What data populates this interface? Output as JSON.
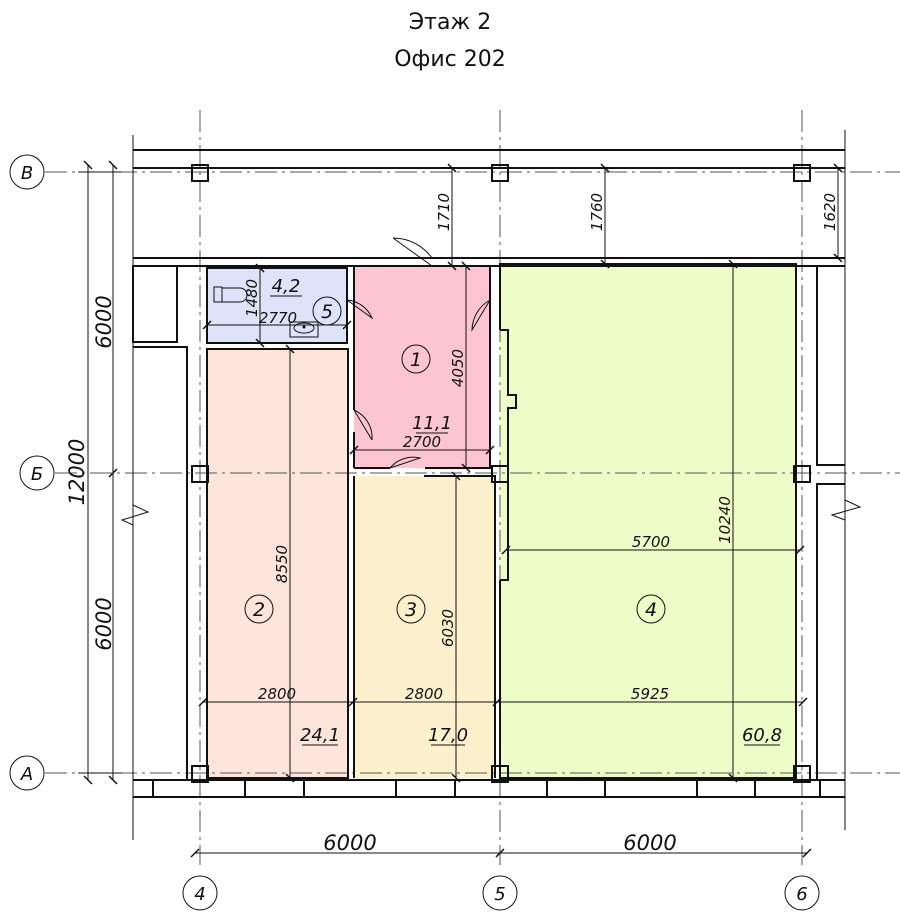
{
  "header": {
    "floor": "Этаж 2",
    "office": "Офис 202"
  },
  "axes": {
    "rows": [
      "В",
      "Б",
      "А"
    ],
    "columns": [
      "4",
      "5",
      "6"
    ]
  },
  "dimensions": {
    "left_total": "12000",
    "left_upper": "6000",
    "left_lower": "6000",
    "bottom_left": "6000",
    "bottom_right": "6000",
    "corridor_1": "1710",
    "corridor_2": "1760",
    "corridor_3": "1620"
  },
  "rooms": [
    {
      "number": "1",
      "area": "11,1",
      "width": "2700",
      "length": "4050",
      "color": "#fdc5d2"
    },
    {
      "number": "2",
      "area": "24,1",
      "width": "2800",
      "length": "8550",
      "color": "#fde5dc"
    },
    {
      "number": "3",
      "area": "17,0",
      "width": "2800",
      "length": "6030",
      "color": "#fdf0cd"
    },
    {
      "number": "4",
      "area": "60,8",
      "width": "5925",
      "width_inner": "5700",
      "length": "10240",
      "color": "#eefdc8"
    },
    {
      "number": "5",
      "area": "4,2",
      "width": "2770",
      "length": "1480",
      "color": "#dde3f8"
    }
  ],
  "icons": {
    "toilet": "toilet-icon",
    "sink": "sink-icon"
  }
}
